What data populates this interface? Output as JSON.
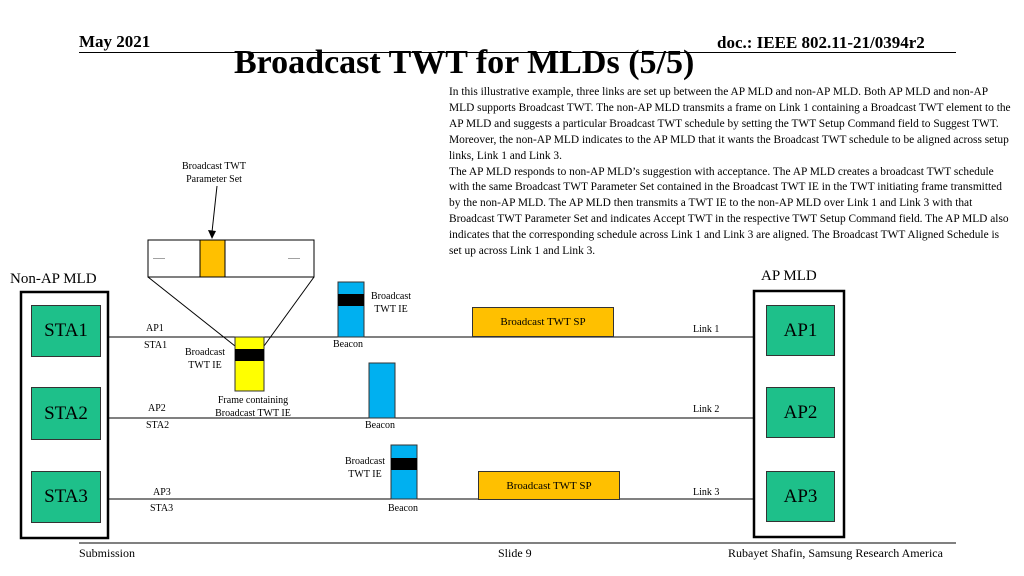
{
  "header": {
    "date": "May 2021",
    "doc": "doc.: IEEE 802.11-21/0394r2",
    "title": "Broadcast TWT for MLDs (5/5)"
  },
  "description": {
    "p1": "In this illustrative example, three links are set up between the AP MLD and non-AP MLD. Both AP MLD and non-AP MLD supports Broadcast TWT. The non-AP MLD transmits a frame on Link 1 containing a Broadcast TWT element to the AP MLD and suggests a particular Broadcast TWT schedule by setting the TWT Setup Command field to Suggest TWT. Moreover, the non-AP MLD indicates to the AP MLD that it wants the Broadcast TWT schedule to be aligned across setup links, Link 1 and Link 3.",
    "p2": "The AP MLD responds to non-AP MLD’s suggestion with acceptance. The AP MLD creates a broadcast TWT schedule with the same Broadcast TWT Parameter Set contained in the Broadcast TWT IE in the TWT initiating frame transmitted by the non-AP MLD. The AP MLD then transmits a TWT IE to the non-AP MLD over Link 1 and Link 3 with that Broadcast TWT Parameter Set and indicates Accept TWT in the respective TWT Setup Command field. The AP MLD also indicates that the corresponding schedule across Link 1 and Link 3 are aligned. The Broadcast TWT Aligned Schedule is set up across Link 1 and Link 3."
  },
  "diagram": {
    "param_set_label": "Broadcast TWT Parameter Set",
    "ellipsis": "......",
    "non_ap_mld": "Non-AP MLD",
    "ap_mld": "AP MLD",
    "stas": [
      "STA1",
      "STA2",
      "STA3"
    ],
    "aps": [
      "AP1",
      "AP2",
      "AP3"
    ],
    "links": [
      {
        "ap": "AP1",
        "sta": "STA1",
        "name": "Link 1",
        "beacon": "Beacon"
      },
      {
        "ap": "AP2",
        "sta": "STA2",
        "name": "Link 2",
        "beacon": "Beacon"
      },
      {
        "ap": "AP3",
        "sta": "STA3",
        "name": "Link 3",
        "beacon": "Beacon"
      }
    ],
    "twt_ie_label": "Broadcast TWT IE",
    "frame_label": "Frame containing Broadcast TWT IE",
    "sp_label": "Broadcast TWT SP",
    "colors": {
      "sta_ap_box": "#1ec08a",
      "beacon": "#00b0f0",
      "frame": "#ffff00",
      "sp": "#ffc000",
      "ie": "#000000"
    }
  },
  "footer": {
    "left": "Submission",
    "center": "Slide 9",
    "right": "Rubayet Shafin, Samsung Research America"
  }
}
